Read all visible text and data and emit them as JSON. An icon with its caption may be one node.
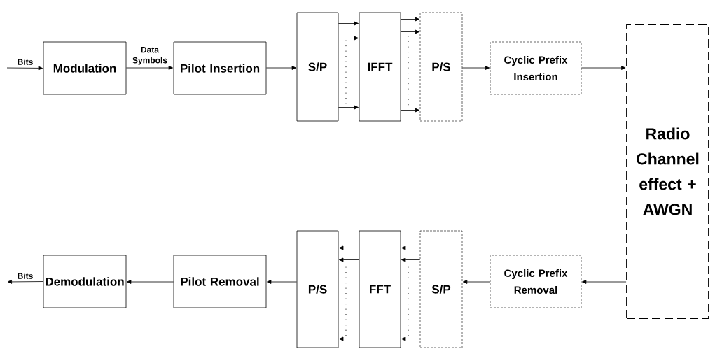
{
  "diagram": {
    "nodes": [
      {
        "text": [
          "Modulation"
        ]
      },
      {
        "text": [
          "Pilot Insertion"
        ]
      },
      {
        "text": [
          "S/P"
        ]
      },
      {
        "text": [
          "IFFT"
        ]
      },
      {
        "text": [
          "P/S"
        ]
      },
      {
        "text": [
          "Cyclic Prefix Insertion"
        ]
      },
      {
        "text": [
          "Radio Channel effect + AWGN"
        ]
      },
      {
        "text": [
          "Cyclic Prefix Removal"
        ]
      },
      {
        "text": [
          "S/P"
        ]
      },
      {
        "text": [
          "FFT"
        ]
      },
      {
        "text": [
          "P/S"
        ]
      },
      {
        "text": [
          "Pilot Removal"
        ]
      },
      {
        "text": [
          "Demodulation"
        ]
      }
    ],
    "edges": [
      {
        "from": null,
        "to": 0,
        "arrow": "to",
        "label": "Bits"
      },
      {
        "from": 0,
        "to": 1,
        "arrow": "to",
        "label": "Data Symbols"
      },
      {
        "from": 1,
        "to": 2,
        "arrow": "to"
      },
      {
        "from": 2,
        "to": 3,
        "arrow": "to"
      },
      {
        "from": 2,
        "to": 3,
        "arrow": "to"
      },
      {
        "from": 2,
        "to": 3,
        "arrow": "to"
      },
      {
        "from": 3,
        "to": 4,
        "arrow": "to"
      },
      {
        "from": 3,
        "to": 4,
        "arrow": "to"
      },
      {
        "from": 3,
        "to": 4,
        "arrow": "to"
      },
      {
        "from": 4,
        "to": 5,
        "arrow": "to"
      },
      {
        "from": 5,
        "to": 6,
        "arrow": "to"
      },
      {
        "from": 6,
        "to": 7,
        "arrow": "to"
      },
      {
        "from": 7,
        "to": 8,
        "arrow": "to"
      },
      {
        "from": 8,
        "to": 9,
        "arrow": "to"
      },
      {
        "from": 8,
        "to": 9,
        "arrow": "to"
      },
      {
        "from": 8,
        "to": 9,
        "arrow": "to"
      },
      {
        "from": 9,
        "to": 10,
        "arrow": "to"
      },
      {
        "from": 9,
        "to": 10,
        "arrow": "to"
      },
      {
        "from": 9,
        "to": 10,
        "arrow": "to"
      },
      {
        "from": 10,
        "to": 11,
        "arrow": "to"
      },
      {
        "from": 11,
        "to": 12,
        "arrow": "to"
      },
      {
        "from": 12,
        "to": null,
        "arrow": "to",
        "label": "Bits"
      }
    ]
  }
}
